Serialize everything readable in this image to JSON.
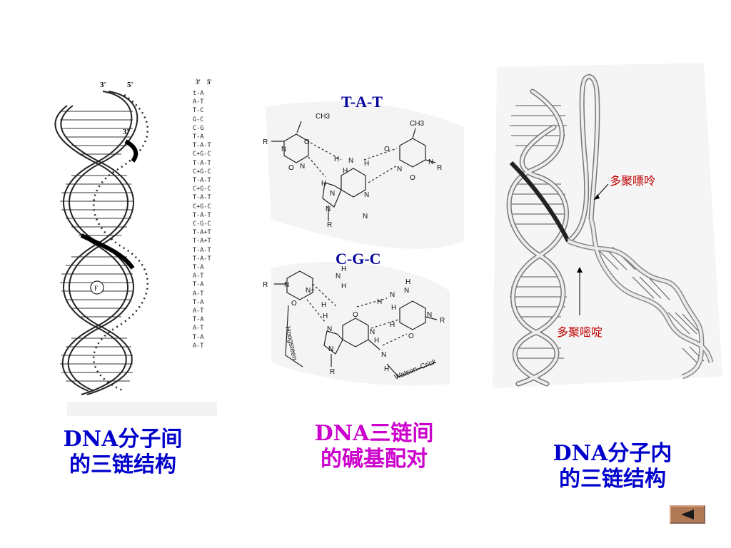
{
  "labels": {
    "tat": "T-A-T",
    "cgc": "C-G-C",
    "purine": "多聚嘌呤",
    "pyrimidine": "多聚嘧啶",
    "strand3": "3'",
    "strand5": "5'",
    "strand3b": "3'",
    "strand3c": "3'",
    "strand5c": "5'"
  },
  "captions": {
    "left_line1": "DNA分子间",
    "left_line2": "的三链结构",
    "middle_line1": "DNA三链间",
    "middle_line2": "的碱基配对",
    "right_line1": "DNA分子内",
    "right_line2": "的三链结构"
  },
  "sequence": [
    "t-A",
    "A-T",
    "T-C",
    "G-C",
    "C-G",
    "T-A",
    "T-A-T",
    "C+G-C",
    "T-A-T",
    "C+G-C",
    "T-A-T",
    "C+G-C",
    "T-A-T",
    "C+G-C",
    "T-A-T",
    "C-G-C",
    "T-A+T",
    "T-A+T",
    "T-A-T",
    "T-A-T",
    "T-A",
    "A-T",
    "T-A",
    "A-T",
    "T-A",
    "A-T",
    "T-A",
    "A-T",
    "T-A",
    "A-T"
  ],
  "chem": {
    "top": [
      "CH3",
      "CH3",
      "R",
      "N",
      "N",
      "O",
      "O",
      "H",
      "H",
      "N",
      "N",
      "N",
      "N",
      "R",
      "O",
      "N",
      "N",
      "O",
      "R",
      "H",
      "H"
    ],
    "bottom": [
      "H",
      "N",
      "H",
      "R",
      "N",
      "N+",
      "O",
      "H",
      "H",
      "N",
      "N",
      "O",
      "N",
      "N",
      "R",
      "H",
      "N",
      "H",
      "H",
      "N",
      "N",
      "O",
      "R",
      "H",
      "Hoogsteen",
      "Watson–Crick"
    ]
  },
  "nav": {
    "icon": "triangle-left-icon"
  }
}
